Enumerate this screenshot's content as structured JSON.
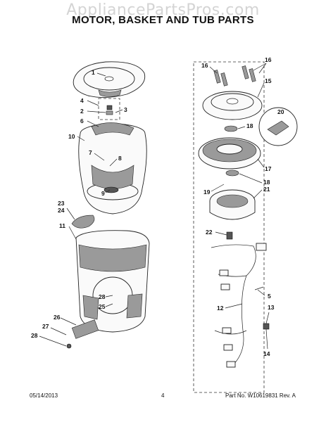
{
  "watermark": "AppliancePartsPros.com",
  "title": "MOTOR, BASKET AND TUB PARTS",
  "footer": {
    "date": "05/14/2013",
    "page": "4",
    "part_no": "Part No. W10619831  Rev. A"
  },
  "callouts": {
    "c1": "1",
    "c2": "2",
    "c3": "3",
    "c4": "4",
    "c5": "5",
    "c6": "6",
    "c7": "7",
    "c8": "8",
    "c9": "9",
    "c10": "10",
    "c11": "11",
    "c12": "12",
    "c13": "13",
    "c14": "14",
    "c15": "15",
    "c16a": "16",
    "c16b": "16",
    "c17": "17",
    "c18a": "18",
    "c18b": "18",
    "c19": "19",
    "c20": "20",
    "c21": "21",
    "c22": "22",
    "c23": "23",
    "c24": "24",
    "c25": "25",
    "c26": "26",
    "c27": "27",
    "c28a": "28",
    "c28b": "28"
  }
}
